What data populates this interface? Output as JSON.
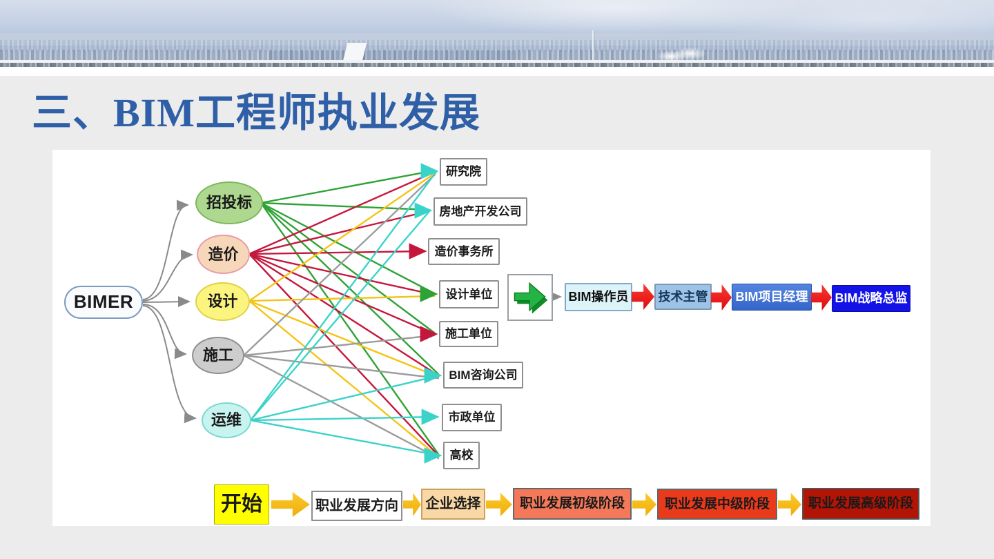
{
  "title": "三、BIM工程师执业发展",
  "colors": {
    "title_blue": "#2E5FA7",
    "slide_background": "#ECECEC",
    "panel_background": "#FFFFFF"
  },
  "mindmap": {
    "root": "BIMER",
    "categories": [
      {
        "label": "招投标",
        "fill": "#AED88F",
        "border": "#79B95B",
        "line_color": "#2EA335"
      },
      {
        "label": "造价",
        "fill": "#F7D7B9",
        "border": "#E79CA8",
        "line_color": "#C5173C"
      },
      {
        "label": "设计",
        "fill": "#FBF47F",
        "border": "#DFD148",
        "line_color": "#F4C414"
      },
      {
        "label": "施工",
        "fill": "#CDCDCD",
        "border": "#909090",
        "line_color": "#9C9C9C"
      },
      {
        "label": "运维",
        "fill": "#C7F4EF",
        "border": "#79D9D1",
        "line_color": "#3BD3C9"
      }
    ],
    "employers": [
      {
        "label": "研究院",
        "arrow_color": "#3BD3C9"
      },
      {
        "label": "房地产开发公司",
        "arrow_color": "#3BD3C9"
      },
      {
        "label": "造价事务所",
        "arrow_color": "#C5173C"
      },
      {
        "label": "设计单位",
        "arrow_color": "#2EA335"
      },
      {
        "label": "施工单位",
        "arrow_color": "#C5173C"
      },
      {
        "label": "BIM咨询公司",
        "arrow_color": "#3BD3C9"
      },
      {
        "label": "市政单位",
        "arrow_color": "#3BD3C9"
      },
      {
        "label": "高校",
        "arrow_color": "#3BD3C9"
      }
    ],
    "connections": [
      {
        "from": "招投标",
        "to": [
          "研究院",
          "房地产开发公司",
          "设计单位",
          "施工单位",
          "BIM咨询公司",
          "高校"
        ]
      },
      {
        "from": "造价",
        "to": [
          "研究院",
          "房地产开发公司",
          "造价事务所",
          "设计单位",
          "施工单位",
          "BIM咨询公司",
          "高校"
        ]
      },
      {
        "from": "设计",
        "to": [
          "研究院",
          "设计单位",
          "BIM咨询公司",
          "高校"
        ]
      },
      {
        "from": "施工",
        "to": [
          "研究院",
          "施工单位",
          "BIM咨询公司",
          "高校"
        ]
      },
      {
        "from": "运维",
        "to": [
          "研究院",
          "房地产开发公司",
          "BIM咨询公司",
          "市政单位",
          "高校"
        ]
      }
    ]
  },
  "career_path": {
    "steps": [
      {
        "label": "BIM操作员",
        "fill": "#DCF3F8",
        "text_color": "#111111"
      },
      {
        "label": "技术主管",
        "fill": "#9DC3E6",
        "text_color": "#16365C"
      },
      {
        "label": "BIM项目经理",
        "fill": "#3465C8",
        "text_color": "#FFFFFF"
      },
      {
        "label": "BIM战略总监",
        "fill": "#1313E8",
        "text_color": "#FFFFFF"
      }
    ],
    "arrow_color": "#E60F12"
  },
  "process_flow": {
    "steps": [
      {
        "label": "开始",
        "fill": "#FFFF00"
      },
      {
        "label": "职业发展方向",
        "fill": "#FFFFFF"
      },
      {
        "label": "企业选择",
        "fill": "#FAD8A6"
      },
      {
        "label": "职业发展初级阶段",
        "fill": "#F4795A"
      },
      {
        "label": "职业发展中级阶段",
        "fill": "#E93A1C"
      },
      {
        "label": "职业发展高级阶段",
        "fill": "#B21405"
      }
    ],
    "arrow_color": "#F7BE17"
  }
}
